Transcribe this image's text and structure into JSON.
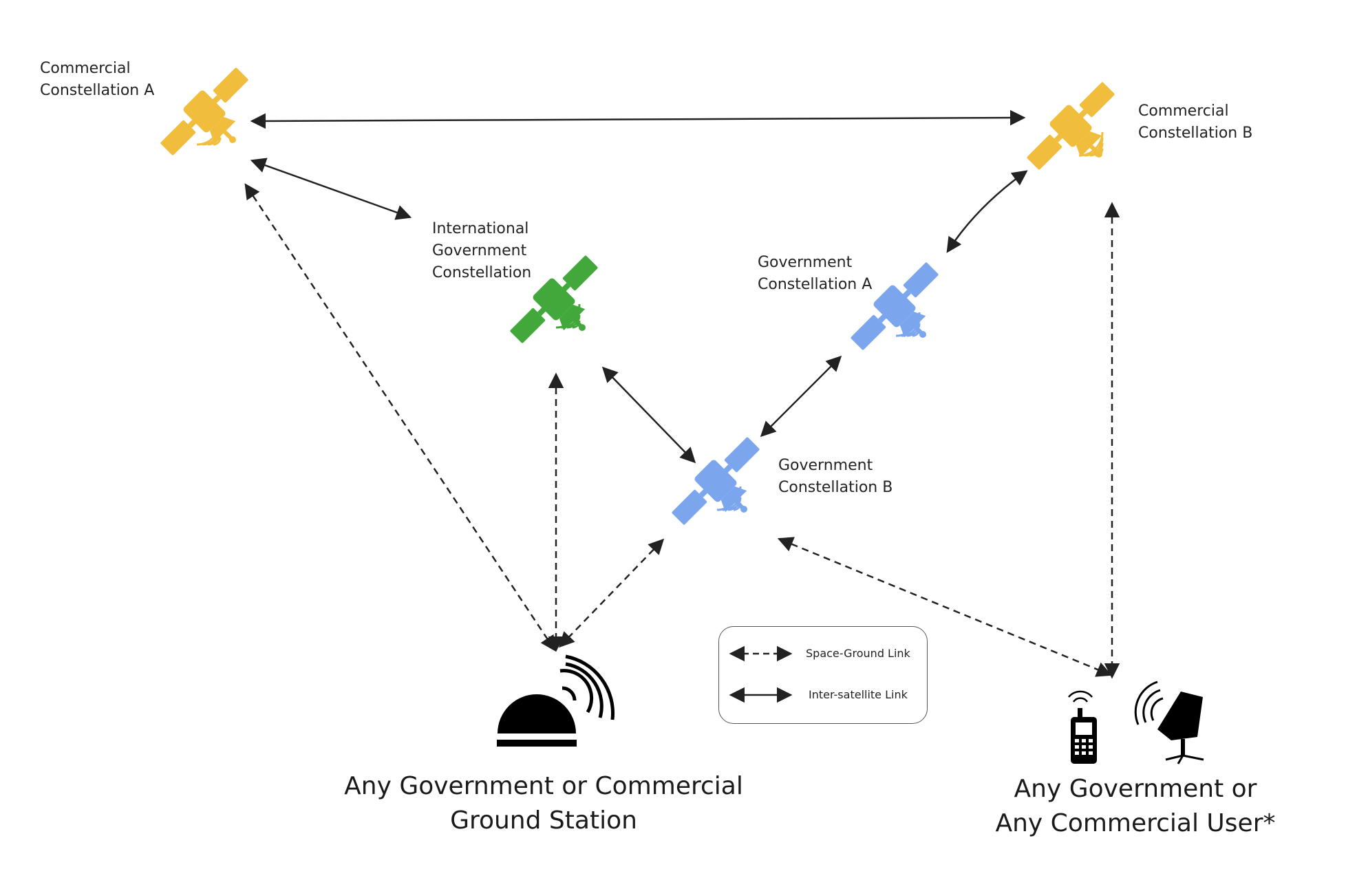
{
  "colors": {
    "commercial": "#f0be3c",
    "international": "#43a83b",
    "government": "#7ba6ee",
    "link": "#222222"
  },
  "nodes": {
    "commercial_a": {
      "label": "Commercial\nConstellation A",
      "icon": "satellite-icon"
    },
    "commercial_b": {
      "label": "Commercial\nConstellation B",
      "icon": "satellite-icon"
    },
    "international": {
      "label": "International\nGovernment\nConstellation",
      "icon": "satellite-icon"
    },
    "government_a": {
      "label": "Government\nConstellation A",
      "icon": "satellite-icon"
    },
    "government_b": {
      "label": "Government\nConstellation B",
      "icon": "satellite-icon"
    },
    "ground_station": {
      "label": "Any Government or Commercial\nGround Station",
      "icon": "ground-station-dome-icon"
    },
    "user": {
      "label": "Any Government or\nAny Commercial User*",
      "icons": [
        "satellite-phone-icon",
        "flat-panel-terminal-icon"
      ]
    }
  },
  "legend": {
    "space_ground": "Space-Ground Link",
    "inter_satellite": "Inter-satellite Link"
  }
}
